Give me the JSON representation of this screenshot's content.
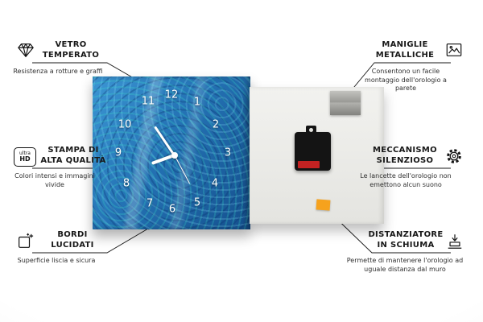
{
  "product": {
    "name": "glass-wall-clock-infographic",
    "colors": {
      "clock_blue": "#2472b4",
      "back_panel": "#ececea",
      "spacer_orange": "#f6a21d",
      "battery_red": "#c32222",
      "mechanism_black": "#141414",
      "line_black": "#1a1a1a"
    }
  },
  "icons": {
    "ultra_hd_top": "ultra",
    "ultra_hd_bottom": "HD"
  },
  "callouts": {
    "left": [
      {
        "icon": "diamond-icon",
        "title": "VETRO TEMPERATO",
        "desc": "Resistenza a rotture e graffi"
      },
      {
        "icon": "ultra-hd-icon",
        "title": "STAMPA DI ALTA QUALITÀ",
        "desc": "Colori intensi e immagini vivide"
      },
      {
        "icon": "polished-edges-icon",
        "title": "BORDI LUCIDATI",
        "desc": "Superficie liscia e sicura"
      }
    ],
    "right": [
      {
        "icon": "picture-frame-icon",
        "title": "MANIGLIE METALLICHE",
        "desc": "Consentono un facile montaggio dell'orologio a parete"
      },
      {
        "icon": "gear-icon",
        "title": "MECCANISMO SILENZIOSO",
        "desc": "Le lancette dell'orologio non emettono alcun suono"
      },
      {
        "icon": "foam-spacer-icon",
        "title": "DISTANZIATORE IN SCHIUMA",
        "desc": "Permette di mantenere l'orologio ad uguale distanza dal muro"
      }
    ]
  },
  "clock": {
    "numbers": [
      "1",
      "2",
      "3",
      "4",
      "5",
      "6",
      "7",
      "8",
      "9",
      "10",
      "11",
      "12"
    ]
  }
}
